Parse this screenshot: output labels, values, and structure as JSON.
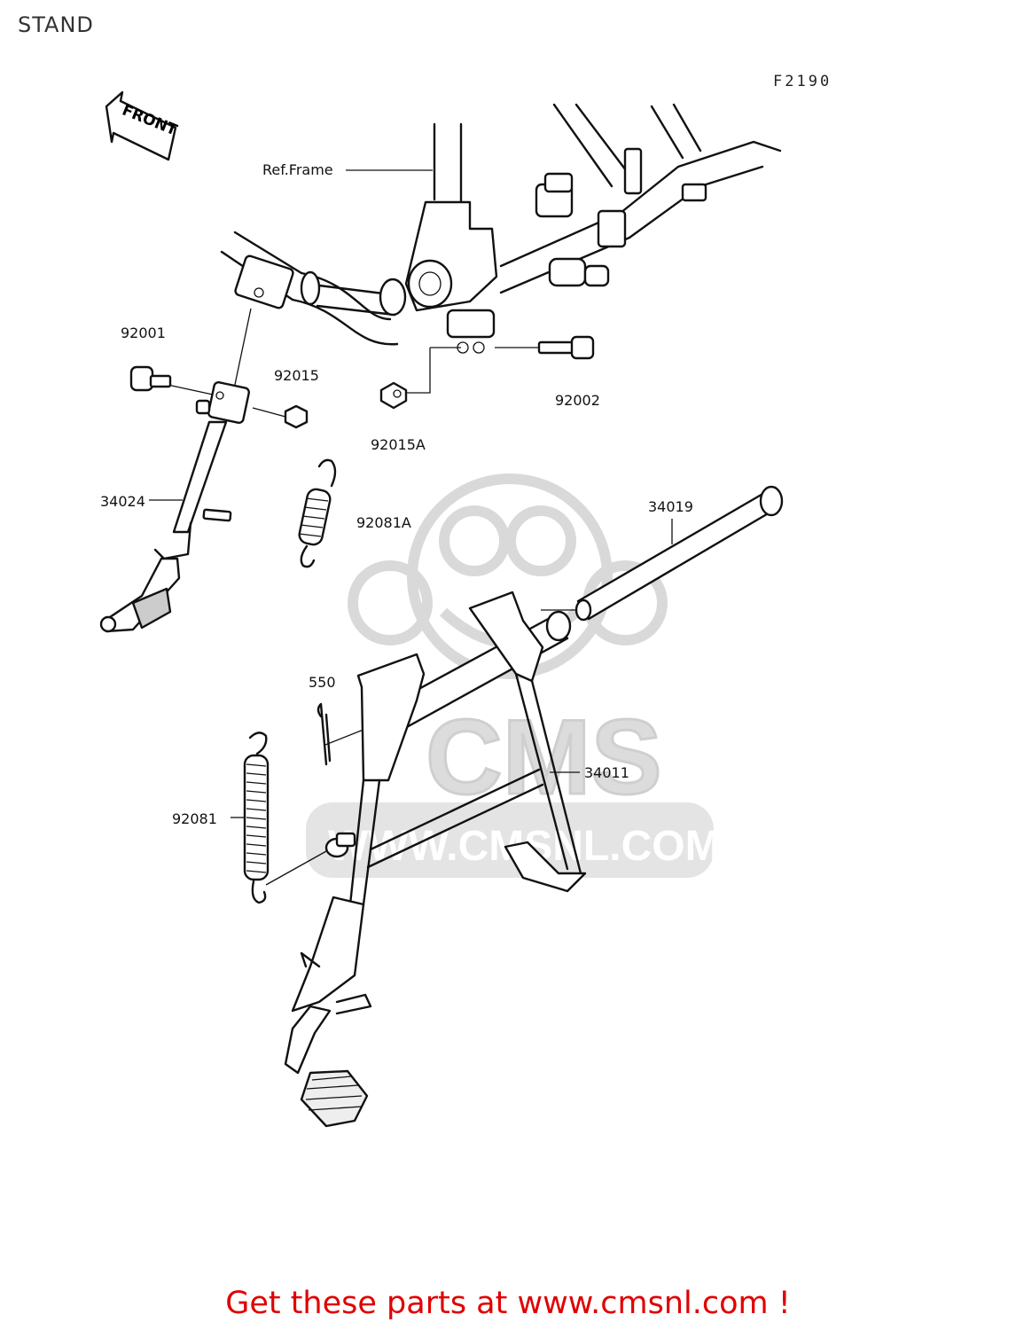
{
  "page": {
    "title": "STAND",
    "figure_code": "F2190"
  },
  "front_arrow": {
    "label": "FRONT"
  },
  "callouts": {
    "ref_frame": "Ref.Frame",
    "p92001": "92001",
    "p92015": "92015",
    "p92002": "92002",
    "p92015A": "92015A",
    "p34024": "34024",
    "p92081A": "92081A",
    "p34019": "34019",
    "p550": "550",
    "p34011": "34011",
    "p92081": "92081"
  },
  "watermark": {
    "text": "WWW.CMSNL.COM",
    "logo_text": "CMS"
  },
  "cta": {
    "text": "Get these parts at www.cmsnl.com !"
  },
  "colors": {
    "cta": "#e00000",
    "watermark": "#d9d9d9"
  }
}
